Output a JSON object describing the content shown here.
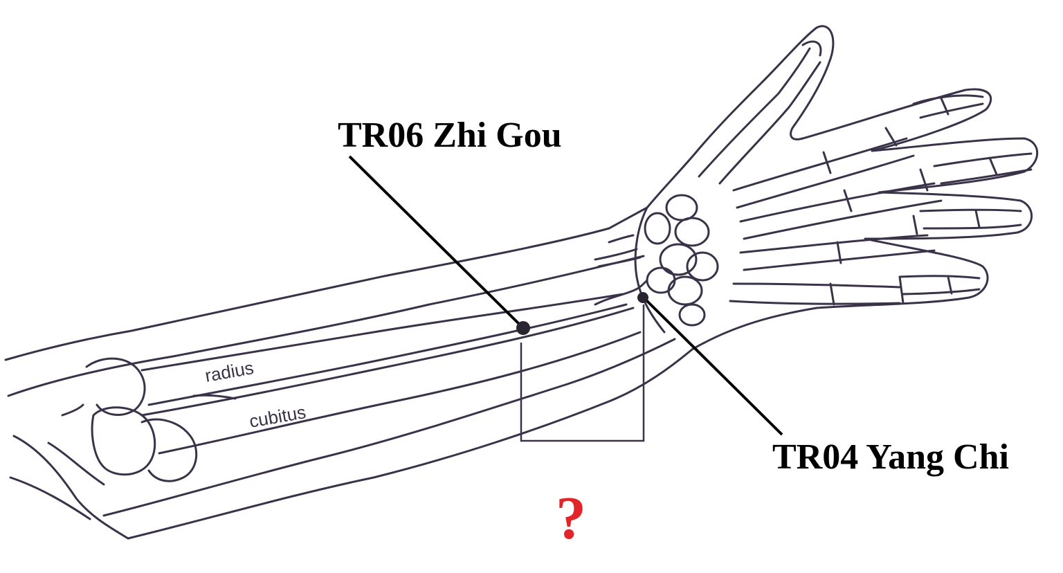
{
  "points": [
    {
      "code": "TR06",
      "name": "Zhi Gou",
      "label": "TR06 Zhi Gou"
    },
    {
      "code": "TR04",
      "name": "Yang Chi",
      "label": "TR04 Yang Chi"
    }
  ],
  "bones": {
    "radius": "radius",
    "cubitus": "cubitus"
  },
  "question_mark": "?",
  "colors": {
    "line_art": "#3a3248",
    "leader": "#000000",
    "label_text": "#000000",
    "question": "#e0262a",
    "point_fill": "#2a2430"
  }
}
